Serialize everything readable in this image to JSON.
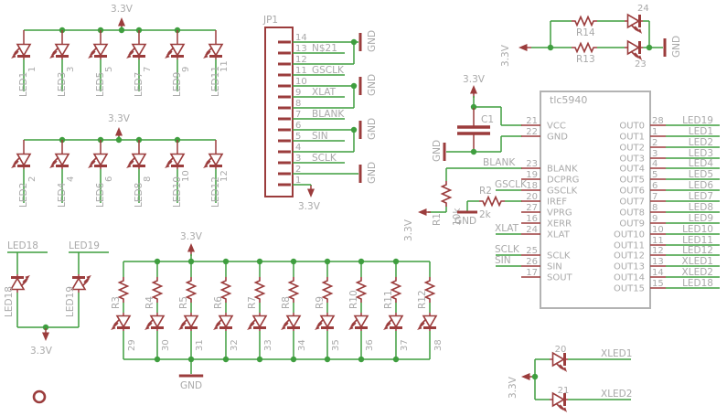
{
  "power": {
    "vcc": "3.3V",
    "gnd": "GND"
  },
  "led_row1": {
    "supply": "3.3V",
    "items": [
      {
        "name": "LED1",
        "pin": "1"
      },
      {
        "name": "LED3",
        "pin": "3"
      },
      {
        "name": "LED5",
        "pin": "5"
      },
      {
        "name": "LED7",
        "pin": "7"
      },
      {
        "name": "LED9",
        "pin": "9"
      },
      {
        "name": "LED11",
        "pin": "11"
      }
    ]
  },
  "led_row2": {
    "supply": "3.3V",
    "items": [
      {
        "name": "LED2",
        "pin": "2"
      },
      {
        "name": "LED4",
        "pin": "4"
      },
      {
        "name": "LED6",
        "pin": "6"
      },
      {
        "name": "LED8",
        "pin": "8"
      },
      {
        "name": "LED10",
        "pin": "10"
      },
      {
        "name": "LED12",
        "pin": "12"
      }
    ]
  },
  "jp1": {
    "name": "JP1",
    "supply": "3.3V",
    "gnd": "GND",
    "pins": [
      {
        "num": "14"
      },
      {
        "num": "13",
        "net": "N$21"
      },
      {
        "num": "12"
      },
      {
        "num": "11",
        "net": "GSCLK"
      },
      {
        "num": "10"
      },
      {
        "num": "9",
        "net": "XLAT"
      },
      {
        "num": "8"
      },
      {
        "num": "7",
        "net": "BLANK"
      },
      {
        "num": "6"
      },
      {
        "num": "5",
        "net": "SIN"
      },
      {
        "num": "4"
      },
      {
        "num": "3",
        "net": "SCLK"
      },
      {
        "num": "2"
      },
      {
        "num": "1"
      }
    ]
  },
  "top_right_leds": {
    "r_top": "R14",
    "r_bottom": "R13",
    "pin_top": "24",
    "pin_bottom": "23",
    "supply": "3.3V",
    "gnd": "GND"
  },
  "decoupling": {
    "cap": "C1",
    "supply": "3.3V",
    "gnd": "GND"
  },
  "r1": {
    "name": "R1",
    "value": "10k",
    "supply": "3.3V",
    "net": "BLANK"
  },
  "r2": {
    "name": "R2",
    "value": "2k",
    "gnd": "GND"
  },
  "ic": {
    "title": "tlc5940",
    "left_nets": {
      "gsclk": "GSCLK",
      "xlat": "XLAT",
      "sclk": "SCLK",
      "sin": "SIN"
    },
    "left_pins": [
      {
        "num": "21",
        "name": "VCC"
      },
      {
        "num": "22",
        "name": "GND"
      },
      {
        "num": "23",
        "name": "BLANK"
      },
      {
        "num": "19",
        "name": "DCPRG"
      },
      {
        "num": "18",
        "name": "GSCLK"
      },
      {
        "num": "20",
        "name": "IREF"
      },
      {
        "num": "27",
        "name": "VPRG"
      },
      {
        "num": "16",
        "name": "XERR"
      },
      {
        "num": "24",
        "name": "XLAT"
      },
      {
        "num": "25",
        "name": "SCLK"
      },
      {
        "num": "26",
        "name": "SIN"
      },
      {
        "num": "17",
        "name": "SOUT"
      }
    ],
    "right_pins": [
      {
        "num": "28",
        "name": "OUT0",
        "net": "LED19"
      },
      {
        "num": "1",
        "name": "OUT1",
        "net": "LED1"
      },
      {
        "num": "2",
        "name": "OUT2",
        "net": "LED2"
      },
      {
        "num": "3",
        "name": "OUT3",
        "net": "LED3"
      },
      {
        "num": "4",
        "name": "OUT4",
        "net": "LED4"
      },
      {
        "num": "5",
        "name": "OUT5",
        "net": "LED5"
      },
      {
        "num": "6",
        "name": "OUT6",
        "net": "LED6"
      },
      {
        "num": "7",
        "name": "OUT7",
        "net": "LED7"
      },
      {
        "num": "8",
        "name": "OUT8",
        "net": "LED8"
      },
      {
        "num": "9",
        "name": "OUT9",
        "net": "LED9"
      },
      {
        "num": "10",
        "name": "OUT10",
        "net": "LED10"
      },
      {
        "num": "11",
        "name": "OUT11",
        "net": "LED11"
      },
      {
        "num": "12",
        "name": "OUT12",
        "net": "LED12"
      },
      {
        "num": "13",
        "name": "OUT13",
        "net": "XLED1"
      },
      {
        "num": "14",
        "name": "OUT14",
        "net": "XLED2"
      },
      {
        "num": "15",
        "name": "OUT15",
        "net": "LED18"
      }
    ]
  },
  "led18_group": {
    "net_left": "LED18",
    "net_right": "LED19",
    "name_left": "LED18",
    "name_right": "LED19",
    "supply": "3.3V"
  },
  "resistor_row": {
    "supply": "3.3V",
    "gnd": "GND",
    "branches": [
      {
        "r": "R3",
        "pin": "29"
      },
      {
        "r": "R4",
        "pin": "30"
      },
      {
        "r": "R5",
        "pin": "31"
      },
      {
        "r": "R6",
        "pin": "32"
      },
      {
        "r": "R7",
        "pin": "33"
      },
      {
        "r": "R8",
        "pin": "34"
      },
      {
        "r": "R9",
        "pin": "35"
      },
      {
        "r": "R10",
        "pin": "36"
      },
      {
        "r": "R11",
        "pin": "37"
      },
      {
        "r": "R12",
        "pin": "38"
      }
    ]
  },
  "xled_group": {
    "supply": "3.3V",
    "items": [
      {
        "pin": "20",
        "net": "XLED1"
      },
      {
        "pin": "21",
        "net": "XLED2"
      }
    ]
  }
}
